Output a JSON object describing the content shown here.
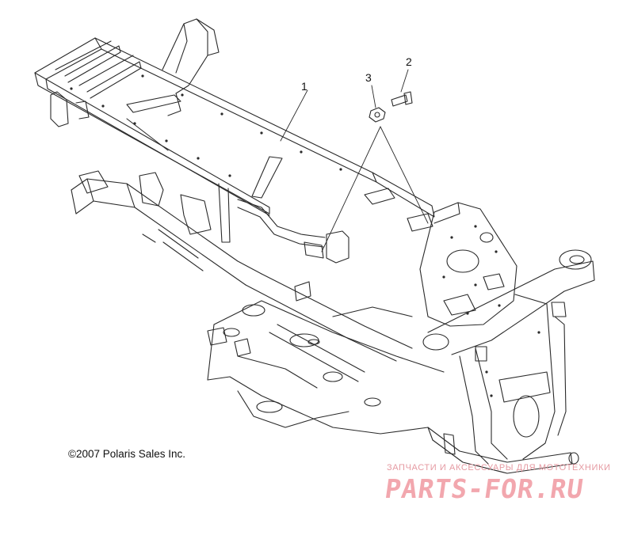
{
  "diagram": {
    "callouts": [
      {
        "id": "1",
        "label": "1"
      },
      {
        "id": "2",
        "label": "2"
      },
      {
        "id": "3",
        "label": "3"
      }
    ],
    "copyright": "©2007 Polaris Sales Inc.",
    "watermark": {
      "tagline": "ЗАПЧАСТИ И АКСЕССУАРЫ ДЛЯ МОТОТЕХНИКИ",
      "logo": "PARTS-FOR.RU",
      "color": "#f2a7ae"
    },
    "line_color": "#2a2a2a"
  }
}
